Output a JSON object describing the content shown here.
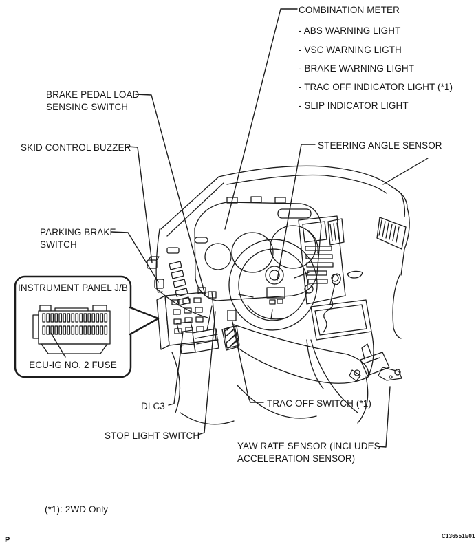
{
  "figure": {
    "page_letter": "P",
    "figure_code": "C136551E01",
    "footnote": "(*1): 2WD Only"
  },
  "callout_box": {
    "title": "INSTRUMENT PANEL J/B",
    "fuse_label": "ECU-IG NO. 2 FUSE"
  },
  "labels": {
    "combination_meter": "COMBINATION METER",
    "combination_meter_items": [
      "- ABS WARNING LIGHT",
      "- VSC WARNING LIGTH",
      "- BRAKE WARNING LIGHT",
      "- TRAC OFF INDICATOR LIGHT (*1)",
      "- SLIP INDICATOR LIGHT"
    ],
    "brake_pedal_load_line1": "BRAKE PEDAL LOAD",
    "brake_pedal_load_line2": "SENSING SWITCH",
    "skid_control_buzzer": "SKID CONTROL BUZZER",
    "steering_angle_sensor": "STEERING ANGLE SENSOR",
    "parking_brake_line1": "PARKING BRAKE",
    "parking_brake_line2": "SWITCH",
    "dlc3": "DLC3",
    "stop_light_switch": "STOP LIGHT SWITCH",
    "trac_off_switch": "TRAC OFF SWITCH (*1)",
    "yaw_rate_line1": "YAW RATE SENSOR (INCLUDES",
    "yaw_rate_line2": "ACCELERATION SENSOR)"
  },
  "colors": {
    "line": "#1c1c1c",
    "background": "#ffffff"
  }
}
